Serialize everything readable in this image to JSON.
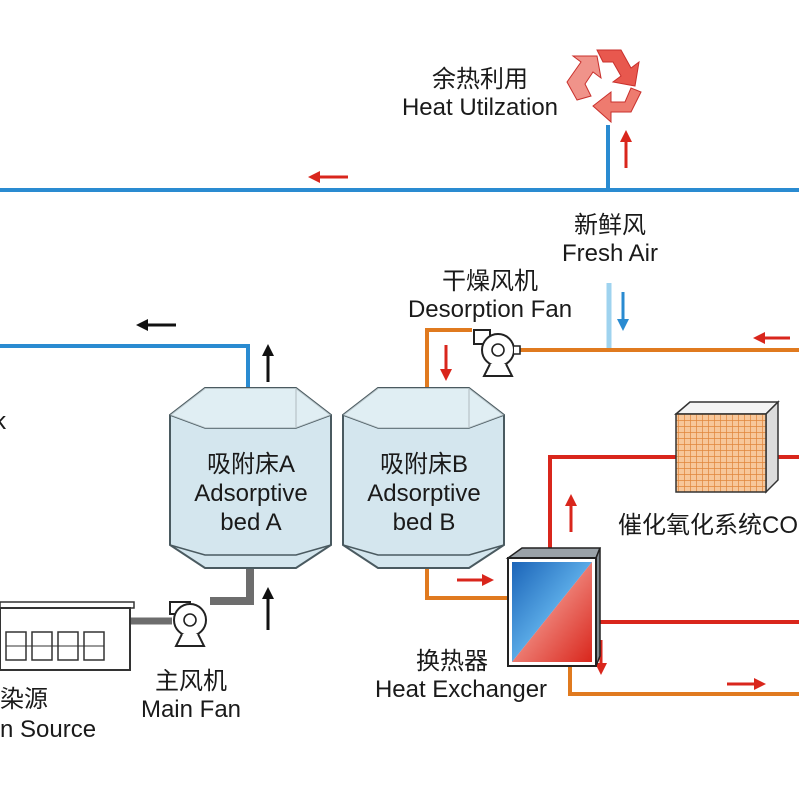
{
  "colors": {
    "exhaust_blue": "#2a8bd1",
    "fresh_air_blue": "#9fd3ef",
    "hot_red": "#d9261c",
    "warm_orange": "#e07a1f",
    "duct_gray": "#6d6d6d",
    "bed_fill": "#d4e6ee",
    "recycle_red": "#e8584e",
    "catalyst_orange": "#f2a35c"
  },
  "labels": {
    "heat_utilization": {
      "zh": "余热利用",
      "en": "Heat Utilzation"
    },
    "fresh_air": {
      "zh": "新鲜风",
      "en": "Fresh Air"
    },
    "desorption_fan": {
      "zh": "干燥风机",
      "en": "Desorption Fan"
    },
    "bed_a": {
      "zh": "吸附床A",
      "en1": "Adsorptive",
      "en2": "bed A"
    },
    "bed_b": {
      "zh": "吸附床B",
      "en1": "Adsorptive",
      "en2": "bed B"
    },
    "catalytic": {
      "zh": "催化氧化系统CO"
    },
    "heat_exchanger": {
      "zh": "换热器",
      "en": "Heat Exchanger"
    },
    "main_fan": {
      "zh": "主风机",
      "en": "Main Fan"
    },
    "pollution_source": {
      "zh": "染源",
      "en": "n Source"
    },
    "left_edge": "k"
  },
  "icons": [
    "recycle-icon",
    "centrifugal-fan-icon",
    "catalyst-block-icon",
    "heat-exchanger-icon",
    "factory-building-icon"
  ]
}
